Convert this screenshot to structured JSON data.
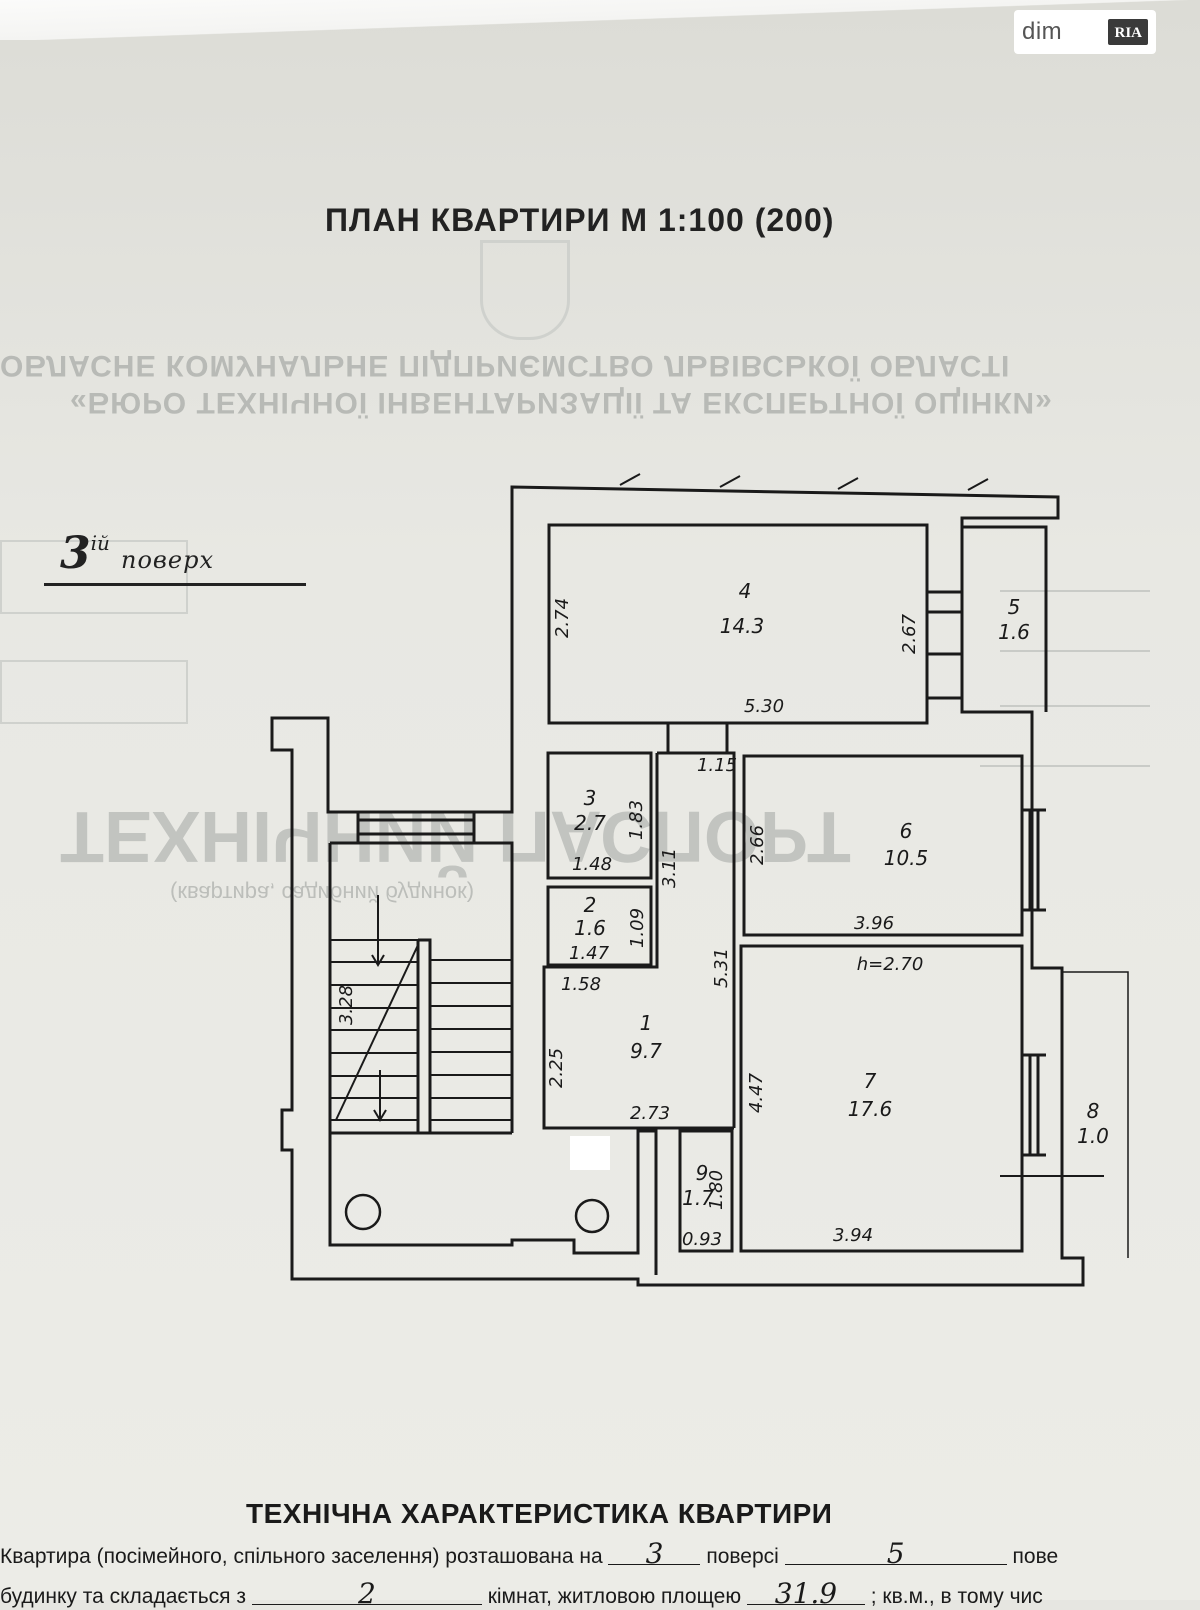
{
  "logo": {
    "left": "dim",
    "right": "RIA"
  },
  "document": {
    "plan_title": "ПЛАН КВАРТИРИ М 1:100 (200)",
    "floor_number": "3",
    "floor_suffix": "ій",
    "floor_word": "поверх"
  },
  "rooms": [
    {
      "id": "1",
      "area": "9.7"
    },
    {
      "id": "2",
      "area": "1.6"
    },
    {
      "id": "3",
      "area": "2.7"
    },
    {
      "id": "4",
      "area": "14.3"
    },
    {
      "id": "5",
      "area": "1.6"
    },
    {
      "id": "6",
      "area": "10.5"
    },
    {
      "id": "7",
      "area": "17.6"
    },
    {
      "id": "8",
      "area": "1.0"
    },
    {
      "id": "9",
      "area": "1.7"
    }
  ],
  "dimensions": {
    "room4_width": "5.30",
    "room4_height": "2.74",
    "room4_door": "2.67",
    "room3_width": "1.48",
    "room3_height": "1.83",
    "room2_width": "1.47",
    "room2_height": "1.09",
    "corridor_width": "1.15",
    "corridor_height": "3.11",
    "room1_top": "1.58",
    "room1_left": "2.25",
    "room1_bottom": "2.73",
    "room1_right": "5.31",
    "room6_width": "3.96",
    "room6_height": "2.66",
    "ceiling_height": "h=2.70",
    "room7_height": "4.47",
    "room7_width": "3.94",
    "room9_height": "1.80",
    "room9_width": "0.93",
    "stair": "3.28"
  },
  "characteristics": {
    "title": "ТЕХНІЧНА ХАРАКТЕРИСТИКА КВАРТИРИ",
    "line1_a": "Квартира (посімейного, спільного заселення) розташована на",
    "line1_floor": "3",
    "line1_b": "поверсі",
    "line1_floors": "5",
    "line1_c": "пове",
    "line2_a": "будинку та складається з",
    "line2_rooms": "2",
    "line2_b": "кімнат, житловою площею",
    "line2_area": "31.9",
    "line2_c": "; кв.м., в тому чис"
  },
  "colors": {
    "paper": "#e6e6e1",
    "ink": "#1a1a1a",
    "ghost": "#b8bab6"
  }
}
